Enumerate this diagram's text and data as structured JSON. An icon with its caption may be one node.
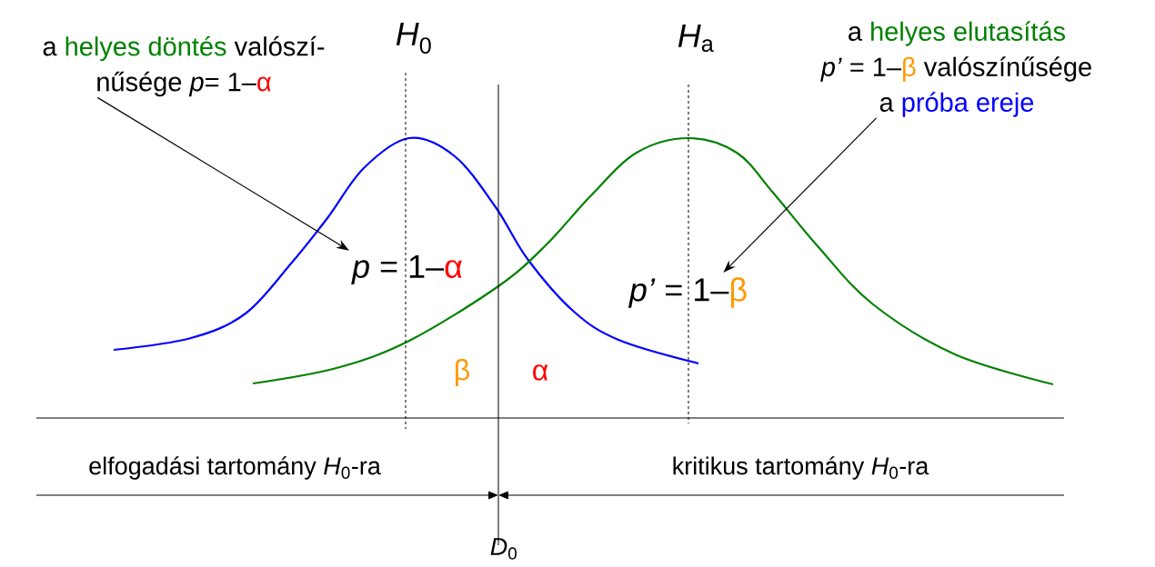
{
  "diagram": {
    "nodes": [
      {
        "text": [
          "a",
          "helyes döntés",
          "valószí-",
          "nűsége",
          "*p*= 1–",
          "α"
        ]
      },
      {
        "text": [
          "a",
          "helyes elutasítás",
          "*p’* = 1–",
          "β",
          "valószínűsége",
          "a",
          "próba ereje"
        ]
      },
      {
        "text": [
          "*p* = 1–",
          "α"
        ]
      },
      {
        "text": [
          "*p’* = 1–",
          "β"
        ]
      }
    ],
    "edges": [
      {
        "from": 0,
        "to": 2,
        "arrow": "to"
      },
      {
        "from": 1,
        "to": 3,
        "arrow": "to"
      }
    ],
    "labels": [
      "*H*$_{0}$",
      "*H*$_{a}$",
      "β",
      "α",
      "elfogadási tartomány *H*$_{0}$-ra",
      "kritikus tartomány *H*$_{0}$-ra",
      "*D*$_{0}$"
    ]
  }
}
